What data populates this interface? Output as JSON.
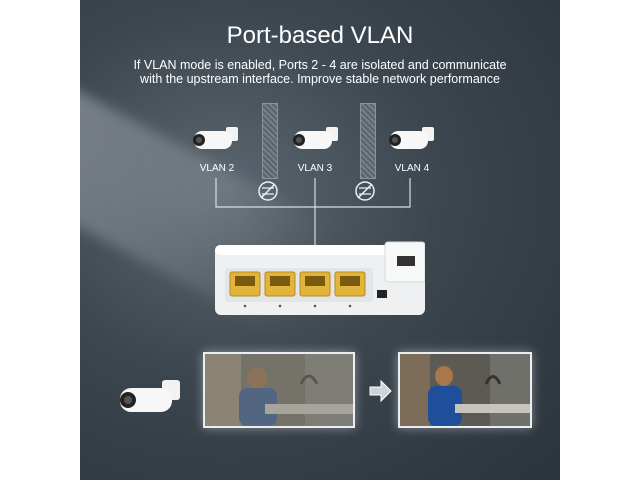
{
  "header": {
    "title": "Port-based VLAN",
    "subtitle_line1": "If VLAN mode is enabled, Ports 2 - 4 are isolated and communicate",
    "subtitle_line2": "with the upstream interface. Improve stable network performance"
  },
  "vlans": [
    {
      "label": "VLAN 2"
    },
    {
      "label": "VLAN 3"
    },
    {
      "label": "VLAN 4"
    }
  ],
  "colors": {
    "background": "#3c464f",
    "port_gold": "#e2b43a",
    "switch_body": "#f2f4f5"
  },
  "icons": [
    "camera-icon",
    "no-entry-icon",
    "arrow-right-icon"
  ]
}
